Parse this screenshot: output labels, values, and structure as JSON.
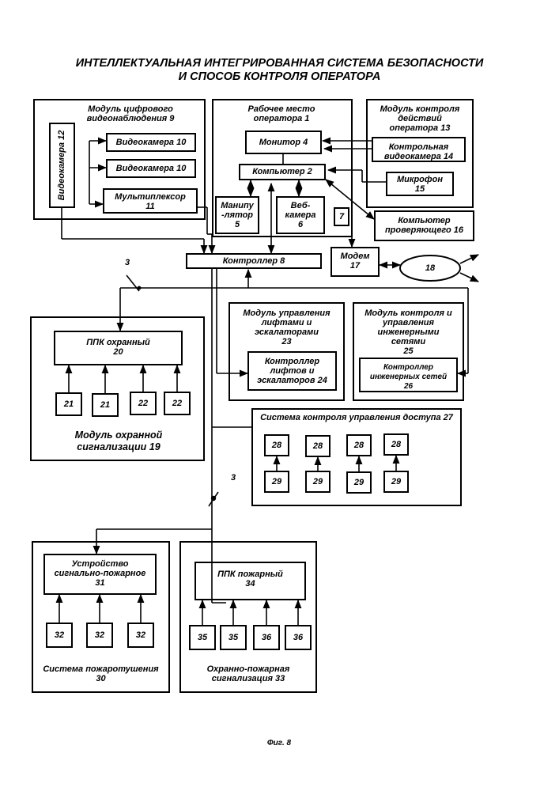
{
  "title": {
    "line1": "ИНТЕЛЛЕКТУАЛЬНАЯ ИНТЕГРИРОВАННАЯ СИСТЕМА БЕЗОПАСНОСТИ",
    "line2": "И СПОСОБ КОНТРОЛЯ ОПЕРАТОРА"
  },
  "blocks": {
    "video_module": "Модуль цифрового\nвидеонаблюдения 9",
    "videocamera_12": "Видеокамера 12",
    "videocamera_10a": "Видеокамера 10",
    "videocamera_10b": "Видеокамера 10",
    "multiplexer": "Мультиплексор\n11",
    "workplace": "Рабочее место\nоператора 1",
    "monitor": "Монитор 4",
    "computer": "Компьютер 2",
    "manipulator": "Манипу\n-лятор\n5",
    "webcam": "Веб-\nкамера\n6",
    "item7": "7",
    "operator_control_module": "Модуль контроля\nдействий\nоператора 13",
    "control_camera": "Контрольная\nвидеокамера 14",
    "microphone": "Микрофон\n15",
    "checker_computer": "Компьютер\nпроверяющего 16",
    "controller8": "Контроллер 8",
    "modem": "Модем\n17",
    "ellipse18": "18",
    "bus_label_top": "3",
    "bus_label_bottom": "3",
    "security_ppk": "ППК охранный\n20",
    "s21a": "21",
    "s21b": "21",
    "s22a": "22",
    "s22b": "22",
    "security_module": "Модуль охранной\nсигнализации 19",
    "lift_module": "Модуль управления\nлифтами и\nэскалаторами\n23",
    "lift_controller": "Контроллер\nлифтов и\nэскалаторов 24",
    "eng_module": "Модуль контроля и\nуправления\nинженерными\nсетями\n25",
    "eng_controller": "Контроллер\nинженерных сетей\n26",
    "access_system": "Система контроля управления доступа 27",
    "a28": [
      "28",
      "28",
      "28",
      "28"
    ],
    "a29": [
      "29",
      "29",
      "29",
      "29"
    ],
    "fire_device": "Устройство\nсигнально-пожарное\n31",
    "f32": [
      "32",
      "32",
      "32"
    ],
    "fire_system": "Система пожаротушения\n30",
    "fire_ppk": "ППК пожарный\n34",
    "f35a": "35",
    "f35b": "35",
    "f36a": "36",
    "f36b": "36",
    "fire_alarm": "Охранно-пожарная\nсигнализация  33"
  },
  "caption": "Фиг. 8"
}
